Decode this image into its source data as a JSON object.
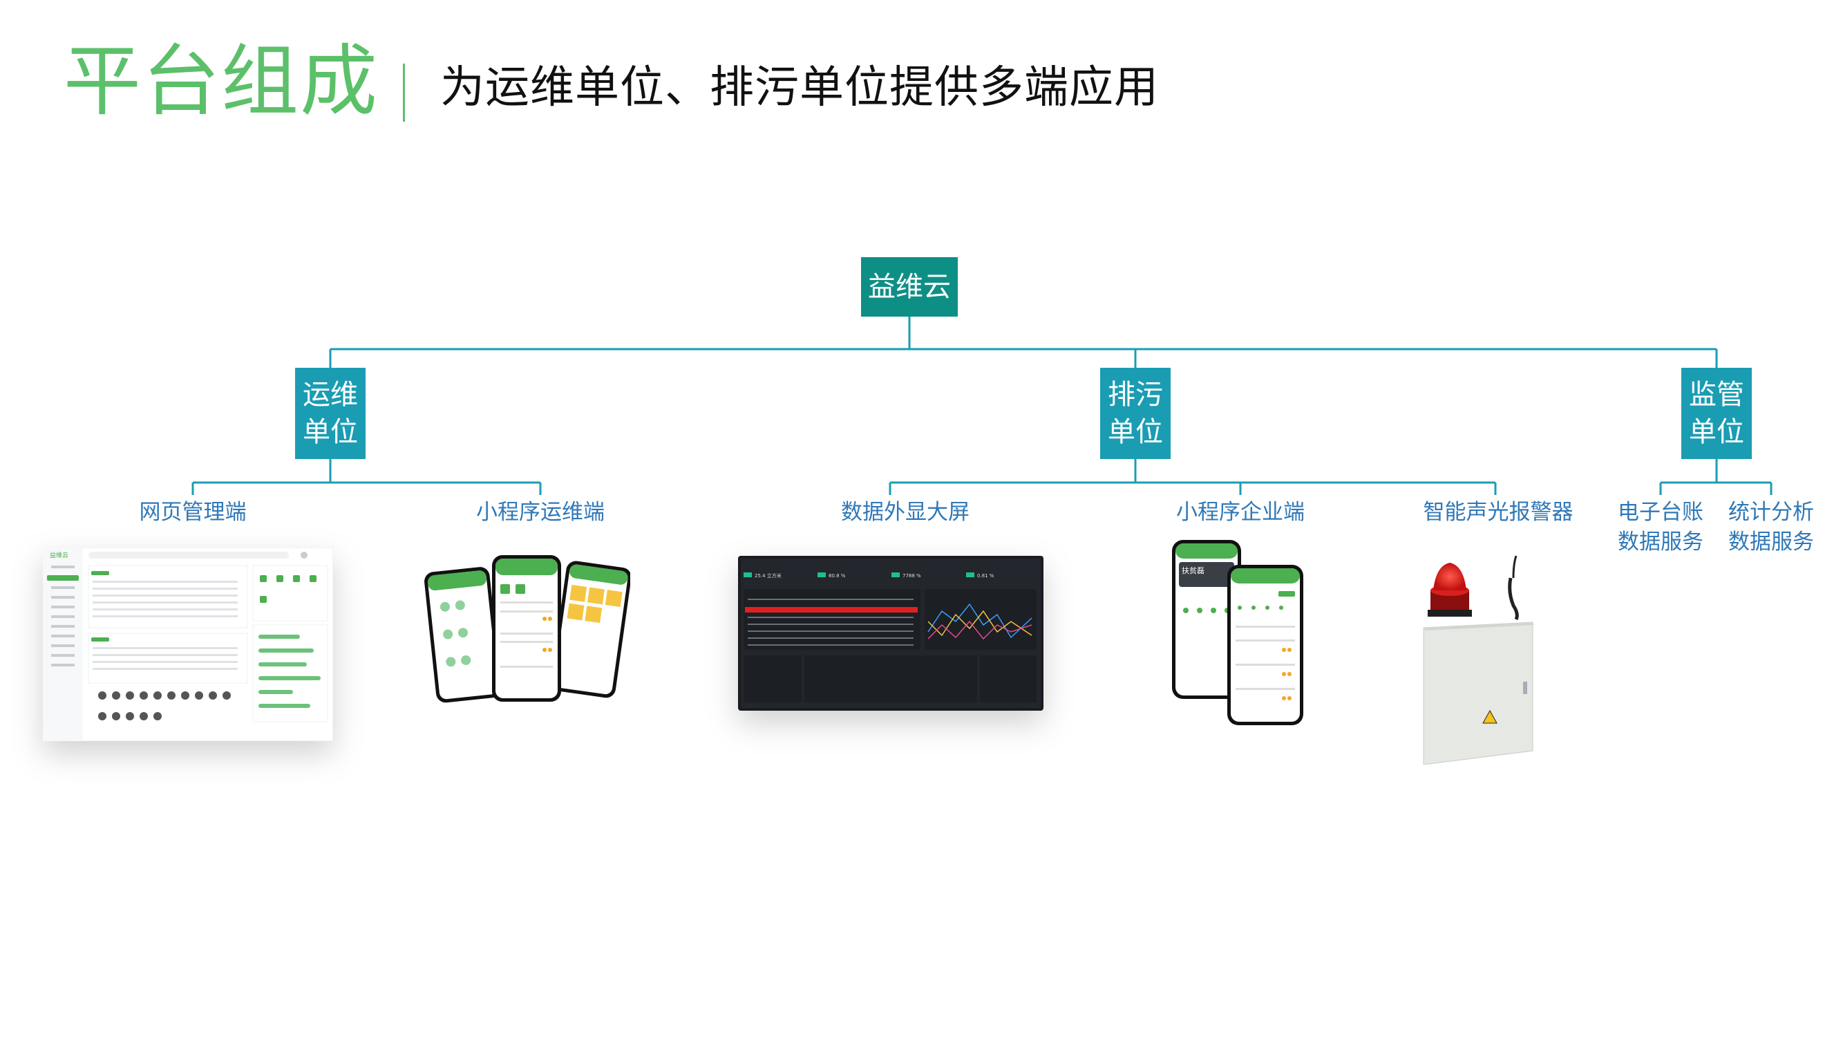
{
  "header": {
    "title": "平台组成",
    "subtitle": "为运维单位、排污单位提供多端应用"
  },
  "diagram": {
    "root": "益维云",
    "units": [
      {
        "line1": "运维",
        "line2": "单位",
        "children": [
          "网页管理端",
          "小程序运维端"
        ]
      },
      {
        "line1": "排污",
        "line2": "单位",
        "children": [
          "数据外显大屏",
          "小程序企业端",
          "智能声光报警器"
        ]
      },
      {
        "line1": "监管",
        "line2": "单位",
        "children": [
          {
            "line1": "电子台账",
            "line2": "数据服务"
          },
          {
            "line1": "统计分析",
            "line2": "数据服务"
          }
        ]
      }
    ]
  },
  "colors": {
    "title_green": "#5cc06a",
    "root_teal": "#0e8f86",
    "unit_blue": "#1a9db3",
    "connector": "#1a9db3",
    "leaf_text": "#2f78b8"
  },
  "mockups": {
    "web_admin": {
      "brand": "益维云"
    },
    "big_screen": {
      "stat1": "25.4 立方米",
      "stat2": "80.8 %",
      "stat3": "7788 %",
      "stat4": "0.81 %"
    },
    "mini_enterprise": {
      "banner": "扶贫磊"
    }
  }
}
